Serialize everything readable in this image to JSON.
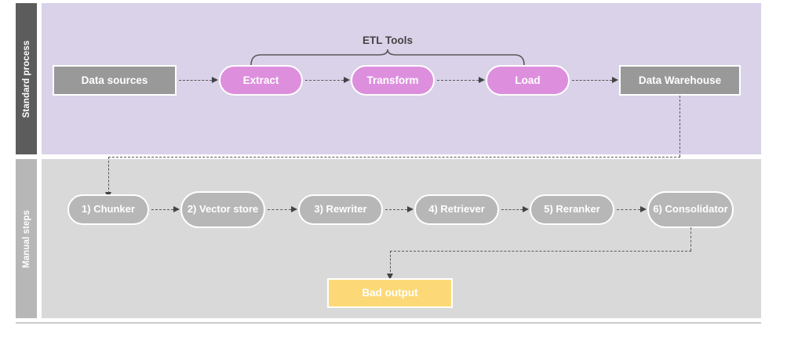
{
  "diagram": {
    "title_hidden": "",
    "lanes": [
      {
        "id": "standard",
        "label": "Standard process",
        "header_color": "#5c5c5c",
        "body_color": "#d9d2e9"
      },
      {
        "id": "manual",
        "label": "Manual steps",
        "header_color": "#b7b7b7",
        "body_color": "#d9d9d9"
      }
    ],
    "annotations": {
      "etl_bracket_label": "ETL Tools"
    },
    "standard_nodes": [
      {
        "id": "data-sources",
        "label": "Data sources",
        "shape": "rect",
        "color": "#999999"
      },
      {
        "id": "extract",
        "label": "Extract",
        "shape": "pill",
        "color": "#dd8fdd"
      },
      {
        "id": "transform",
        "label": "Transform",
        "shape": "pill",
        "color": "#dd8fdd"
      },
      {
        "id": "load",
        "label": "Load",
        "shape": "pill",
        "color": "#dd8fdd"
      },
      {
        "id": "data-warehouse",
        "label": "Data Warehouse",
        "shape": "rect",
        "color": "#999999"
      }
    ],
    "manual_nodes": [
      {
        "id": "chunker",
        "label": "1) Chunker",
        "shape": "pill",
        "color": "#b7b7b7"
      },
      {
        "id": "vector-store",
        "label": "2) Vector store",
        "shape": "pill",
        "color": "#b7b7b7"
      },
      {
        "id": "rewriter",
        "label": "3) Rewriter",
        "shape": "pill",
        "color": "#b7b7b7"
      },
      {
        "id": "retriever",
        "label": "4) Retriever",
        "shape": "pill",
        "color": "#b7b7b7"
      },
      {
        "id": "reranker",
        "label": "5) Reranker",
        "shape": "pill",
        "color": "#b7b7b7"
      },
      {
        "id": "consolidator",
        "label": "6) Consolidator",
        "shape": "pill",
        "color": "#b7b7b7"
      }
    ],
    "output_node": {
      "id": "bad-output",
      "label": "Bad output",
      "shape": "rect",
      "color": "#fcd976"
    },
    "connector_style": {
      "line_color": "#595959",
      "arrow_color": "#434343",
      "dash": "dashed"
    }
  }
}
